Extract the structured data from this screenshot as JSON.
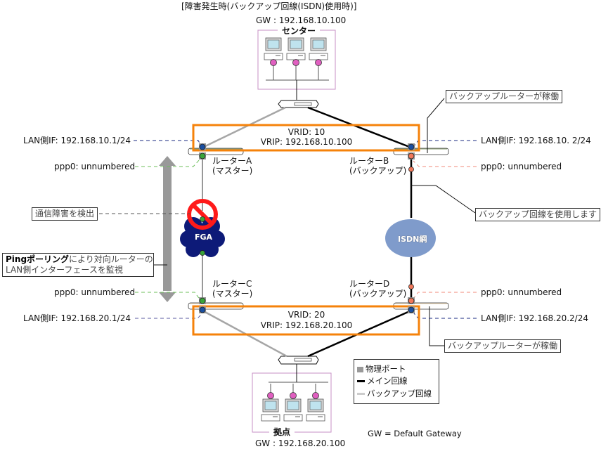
{
  "title": "[障害発生時(バックアップ回線(ISDN)使用時)]",
  "center": {
    "gw": "GW : 192.168.10.100",
    "label": "センター"
  },
  "branch": {
    "gw": "GW : 192.168.20.100",
    "label": "拠点"
  },
  "vrrp_top": {
    "vrid": "VRID: 10",
    "vrip": "VRIP: 192.168.10.100"
  },
  "vrrp_bottom": {
    "vrid": "VRID: 20",
    "vrip": "VRIP: 192.168.20.100"
  },
  "routers": {
    "a": {
      "name": "ルーターA",
      "role": "(マスター)"
    },
    "b": {
      "name": "ルーターB",
      "role": "(バックアップ)"
    },
    "c": {
      "name": "ルーターC",
      "role": "(マスター)"
    },
    "d": {
      "name": "ルーターD",
      "role": "(バックアップ)"
    }
  },
  "interfaces": {
    "a_lan": "LAN側IF: 192.168.10.1/24",
    "a_ppp": "ppp0: unnumbered",
    "b_lan": "LAN側IF: 192.168.10. 2/24",
    "b_ppp": "ppp0: unnumbered",
    "c_ppp": "ppp0: unnumbered",
    "c_lan": "LAN側IF: 192.168.20.1/24",
    "d_ppp": "ppp0: unnumbered",
    "d_lan": "LAN側IF: 192.168.20.2/24"
  },
  "networks": {
    "fga": "FGA",
    "isdn": "ISDN網"
  },
  "callouts": {
    "backup_active_top": "バックアップルーターが稼働",
    "use_backup_line": "バックアップ回線を使用します",
    "backup_active_bottom": "バックアップルーターが稼働",
    "failure_detected": "通信障害を検出",
    "ping_bold": "Pingポーリング",
    "ping_rest_line1": "により対向ルーターの",
    "ping_line2": "LAN側インターフェースを監視"
  },
  "legend": {
    "items": [
      {
        "label": "物理ポート",
        "color": "#999999"
      },
      {
        "label": "メイン回線",
        "color": "#000000"
      },
      {
        "label": "バックアップ回線",
        "color": "#cccccc"
      }
    ]
  },
  "footnote": "GW = Default Gateway",
  "colors": {
    "vrrp_box": "#f5820a",
    "site_border": "#c78fc4",
    "fga_cloud": "#0d1a78",
    "isdn_cloud": "#7f9bcb",
    "lan_port": "#1a4fa0",
    "ppp_port_master": "#3aa33a",
    "ppp_port_backup": "#f0785a",
    "pc_port": "#e05fc0",
    "prohibit": "#ff1a1a"
  }
}
